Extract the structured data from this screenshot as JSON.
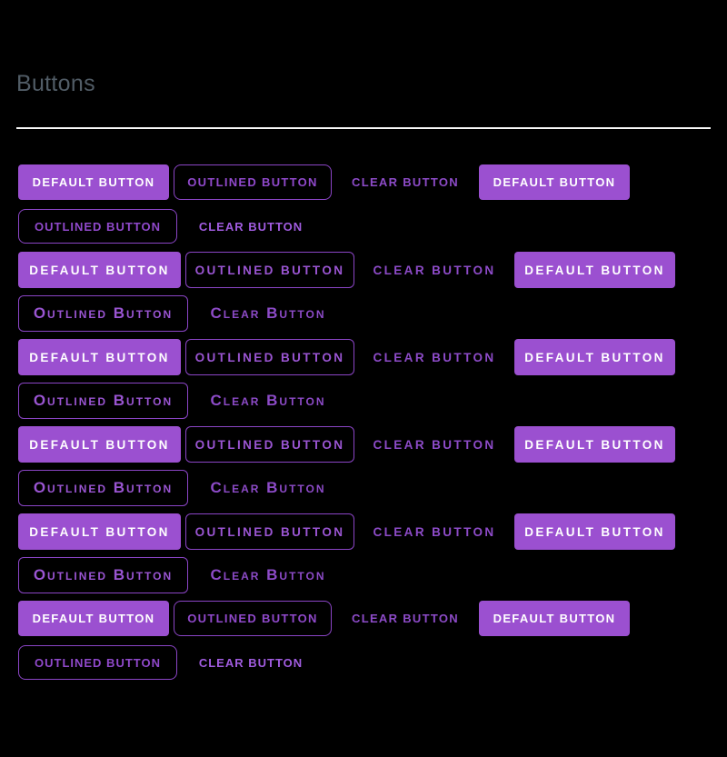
{
  "page": {
    "title": "Buttons",
    "background_color": "#000000",
    "divider_color": "#f7f7f7",
    "title_color": "#515c66"
  },
  "colors": {
    "primary_fill": "#9b50d0",
    "primary_text_on_fill": "#ffffff",
    "outlined_border": "#8b45c6",
    "outlined_text": "#9049cb",
    "clear_text": "#8d4bc8",
    "clear_text_bright": "#a15ce0"
  },
  "button_groups": [
    {
      "style": "a",
      "buttons": [
        {
          "variant": "default",
          "label": "DEFAULT BUTTON"
        },
        {
          "variant": "outlined",
          "label": "OUTLINED BUTTON"
        },
        {
          "variant": "clear",
          "label": "CLEAR BUTTON"
        },
        {
          "variant": "default",
          "label": "DEFAULT BUTTON"
        },
        {
          "variant": "outlined",
          "label": "OUTLINED BUTTON"
        },
        {
          "variant": "clear",
          "label": "CLEAR BUTTON"
        }
      ]
    },
    {
      "style": "b",
      "buttons": [
        {
          "variant": "default",
          "label": "DEFAULT BUTTON"
        },
        {
          "variant": "outlined",
          "label": "OUTLINED BUTTON"
        },
        {
          "variant": "clear",
          "label": "CLEAR BUTTON"
        },
        {
          "variant": "default",
          "label": "DEFAULT BUTTON"
        },
        {
          "variant": "outlined",
          "label": "Outlined Button"
        },
        {
          "variant": "clear",
          "label": "Clear Button"
        }
      ]
    },
    {
      "style": "b",
      "buttons": [
        {
          "variant": "default",
          "label": "DEFAULT BUTTON"
        },
        {
          "variant": "outlined",
          "label": "OUTLINED BUTTON"
        },
        {
          "variant": "clear",
          "label": "CLEAR BUTTON"
        },
        {
          "variant": "default",
          "label": "DEFAULT BUTTON"
        },
        {
          "variant": "outlined",
          "label": "Outlined Button"
        },
        {
          "variant": "clear",
          "label": "Clear Button"
        }
      ]
    },
    {
      "style": "b",
      "buttons": [
        {
          "variant": "default",
          "label": "DEFAULT BUTTON"
        },
        {
          "variant": "outlined",
          "label": "OUTLINED BUTTON"
        },
        {
          "variant": "clear",
          "label": "CLEAR BUTTON"
        },
        {
          "variant": "default",
          "label": "DEFAULT BUTTON"
        },
        {
          "variant": "outlined",
          "label": "Outlined Button"
        },
        {
          "variant": "clear",
          "label": "Clear Button"
        }
      ]
    },
    {
      "style": "b",
      "buttons": [
        {
          "variant": "default",
          "label": "DEFAULT BUTTON"
        },
        {
          "variant": "outlined",
          "label": "OUTLINED BUTTON"
        },
        {
          "variant": "clear",
          "label": "CLEAR BUTTON"
        },
        {
          "variant": "default",
          "label": "DEFAULT BUTTON"
        },
        {
          "variant": "outlined",
          "label": "Outlined Button"
        },
        {
          "variant": "clear",
          "label": "Clear Button"
        }
      ]
    },
    {
      "style": "a",
      "buttons": [
        {
          "variant": "default",
          "label": "DEFAULT BUTTON"
        },
        {
          "variant": "outlined",
          "label": "OUTLINED BUTTON"
        },
        {
          "variant": "clear",
          "label": "CLEAR BUTTON"
        },
        {
          "variant": "default",
          "label": "DEFAULT BUTTON"
        },
        {
          "variant": "outlined",
          "label": "OUTLINED BUTTON"
        },
        {
          "variant": "clear",
          "label": "CLEAR BUTTON"
        }
      ]
    }
  ]
}
